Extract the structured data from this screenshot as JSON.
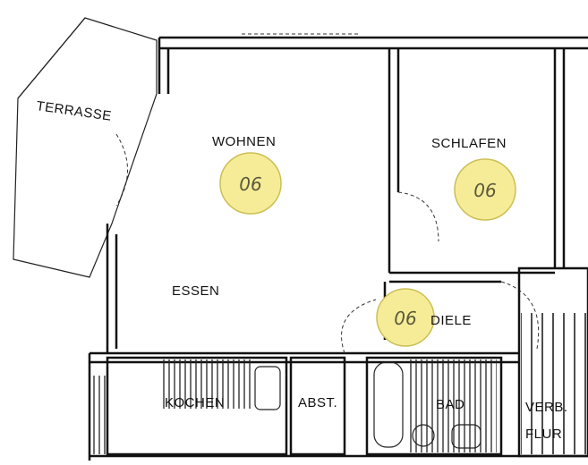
{
  "rooms": {
    "terrasse": "TERRASSE",
    "wohnen": "WOHNEN",
    "schlafen": "SCHLAFEN",
    "essen": "ESSEN",
    "diele": "DIELE",
    "kochen": "KOCHEN",
    "abst": "ABST.",
    "bad": "BAD",
    "verb": "VERB.",
    "flur": "FLUR"
  },
  "markers": {
    "wohnen": "06",
    "schlafen": "06",
    "diele": "06"
  },
  "colors": {
    "marker_fill": "#f6ec98",
    "marker_stroke": "#cbbf55",
    "ink": "#111111"
  }
}
